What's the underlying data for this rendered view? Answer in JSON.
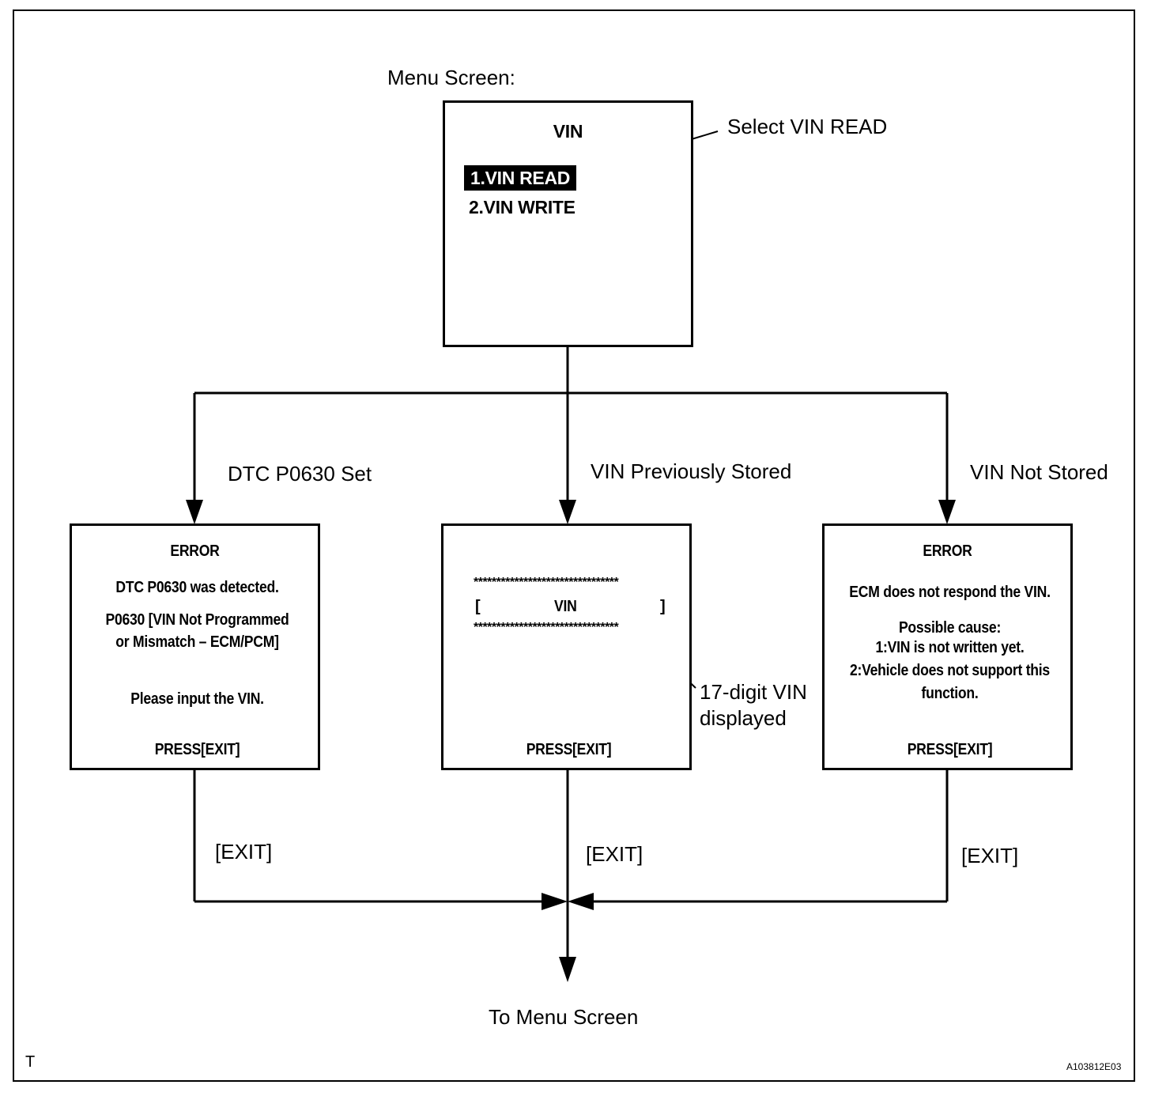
{
  "figure": {
    "code": "A103812E03",
    "corner_mark": "T"
  },
  "menu_screen": {
    "caption": "Menu Screen:",
    "title": "VIN",
    "items": [
      "1.VIN READ",
      "2.VIN WRITE"
    ],
    "selected_index": 0,
    "callout": "Select VIN READ"
  },
  "branches": {
    "left": "DTC P0630 Set",
    "middle": "VIN Previously Stored",
    "right": "VIN Not Stored"
  },
  "screens": {
    "left": {
      "title": "ERROR",
      "line1": "DTC P0630 was detected.",
      "line2": "P0630  [VIN Not Programmed",
      "line3": "or Mismatch – ECM/PCM]",
      "line4": "Please input the VIN.",
      "footer": "PRESS[EXIT]"
    },
    "middle": {
      "stars": "********************************",
      "bracket_open": "[",
      "vin_label": "VIN",
      "bracket_close": "]",
      "footer": "PRESS[EXIT]",
      "callout_line1": "17-digit VIN",
      "callout_line2": "displayed"
    },
    "right": {
      "title": "ERROR",
      "line1": "ECM does not respond the VIN.",
      "line2": "Possible cause:",
      "line3": "1:VIN is not written yet.",
      "line4": "2:Vehicle does not support this",
      "line5": "function.",
      "footer": "PRESS[EXIT]"
    }
  },
  "exit_labels": [
    "[EXIT]",
    "[EXIT]",
    "[EXIT]"
  ],
  "destination": "To Menu Screen"
}
